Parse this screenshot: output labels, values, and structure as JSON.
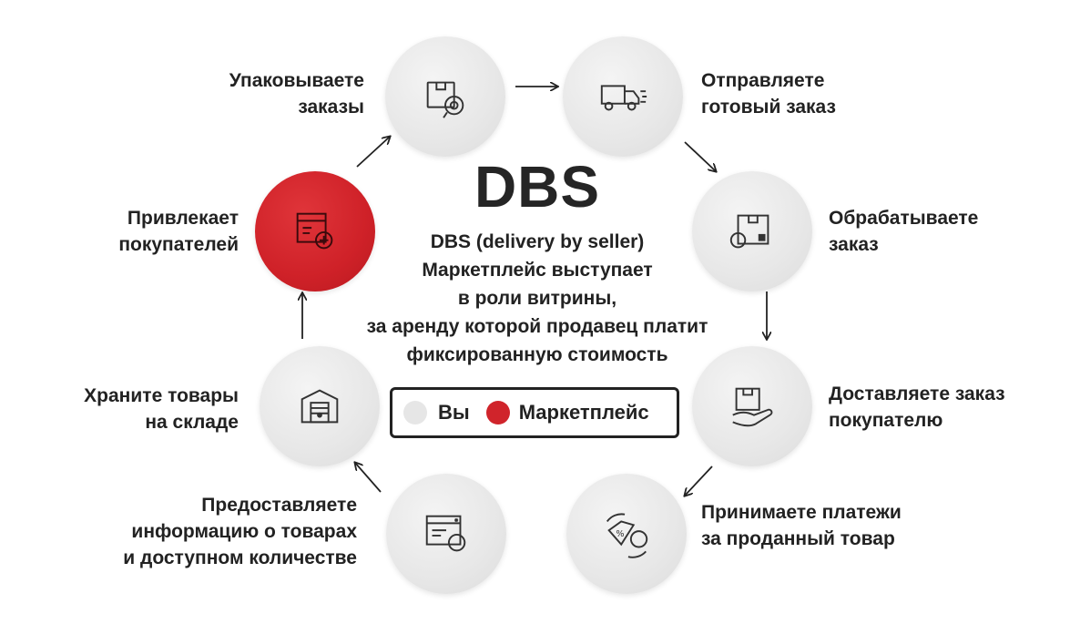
{
  "title": "DBS",
  "description": {
    "lines": [
      "DBS (delivery by seller)",
      "Маркетплейс выступает",
      "в роли витрины,",
      "за аренду которой продавец платит",
      "фиксированную стоимость"
    ]
  },
  "legend": {
    "you": "Вы",
    "marketplace": "Маркетплейс"
  },
  "colors": {
    "you": "#e6e6e6",
    "marketplace": "#d0242b",
    "text": "#222222"
  },
  "steps": [
    {
      "icon": "package-scan-icon",
      "lines": [
        "Упаковываете",
        "заказы"
      ]
    },
    {
      "icon": "delivery-truck-icon",
      "lines": [
        "Отправляете",
        "готовый заказ"
      ]
    },
    {
      "icon": "box-processing-icon",
      "lines": [
        "Обрабатываете",
        "заказ"
      ]
    },
    {
      "icon": "hand-with-box-icon",
      "lines": [
        "Доставляете заказ",
        "покупателю"
      ]
    },
    {
      "icon": "payment-tag-icon",
      "lines": [
        "Принимаете платежи",
        "за проданный товар"
      ]
    },
    {
      "icon": "product-info-window-icon",
      "lines": [
        "Предоставляете",
        "информацию о товарах",
        "и доступном количестве"
      ]
    },
    {
      "icon": "warehouse-icon",
      "lines": [
        "Храните товары",
        "на складе"
      ]
    },
    {
      "icon": "store-buyers-icon",
      "lines": [
        "Привлекает",
        "покупателей"
      ]
    }
  ]
}
